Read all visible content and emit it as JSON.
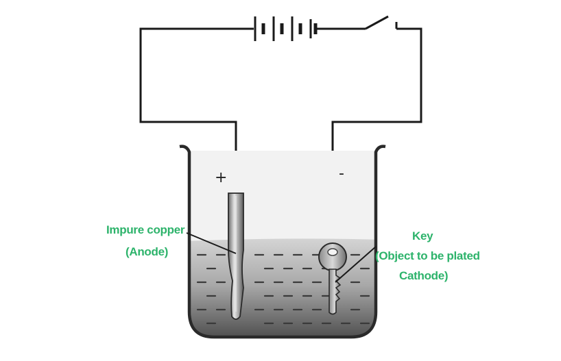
{
  "labels": {
    "anode_line1": "Impure copper",
    "anode_line2": "(Anode)",
    "cathode_line1": "Key",
    "cathode_line2": "(Object to be plated",
    "cathode_line3": "Cathode)",
    "plus_sign": "+",
    "minus_sign": "-"
  },
  "colors": {
    "label_green": "#2db36b",
    "wire": "#1a1a1a",
    "beaker_outline": "#2a2a2a",
    "electrolyte_top": "#d2d2d2",
    "electrolyte_bottom": "#4a4a4a"
  }
}
